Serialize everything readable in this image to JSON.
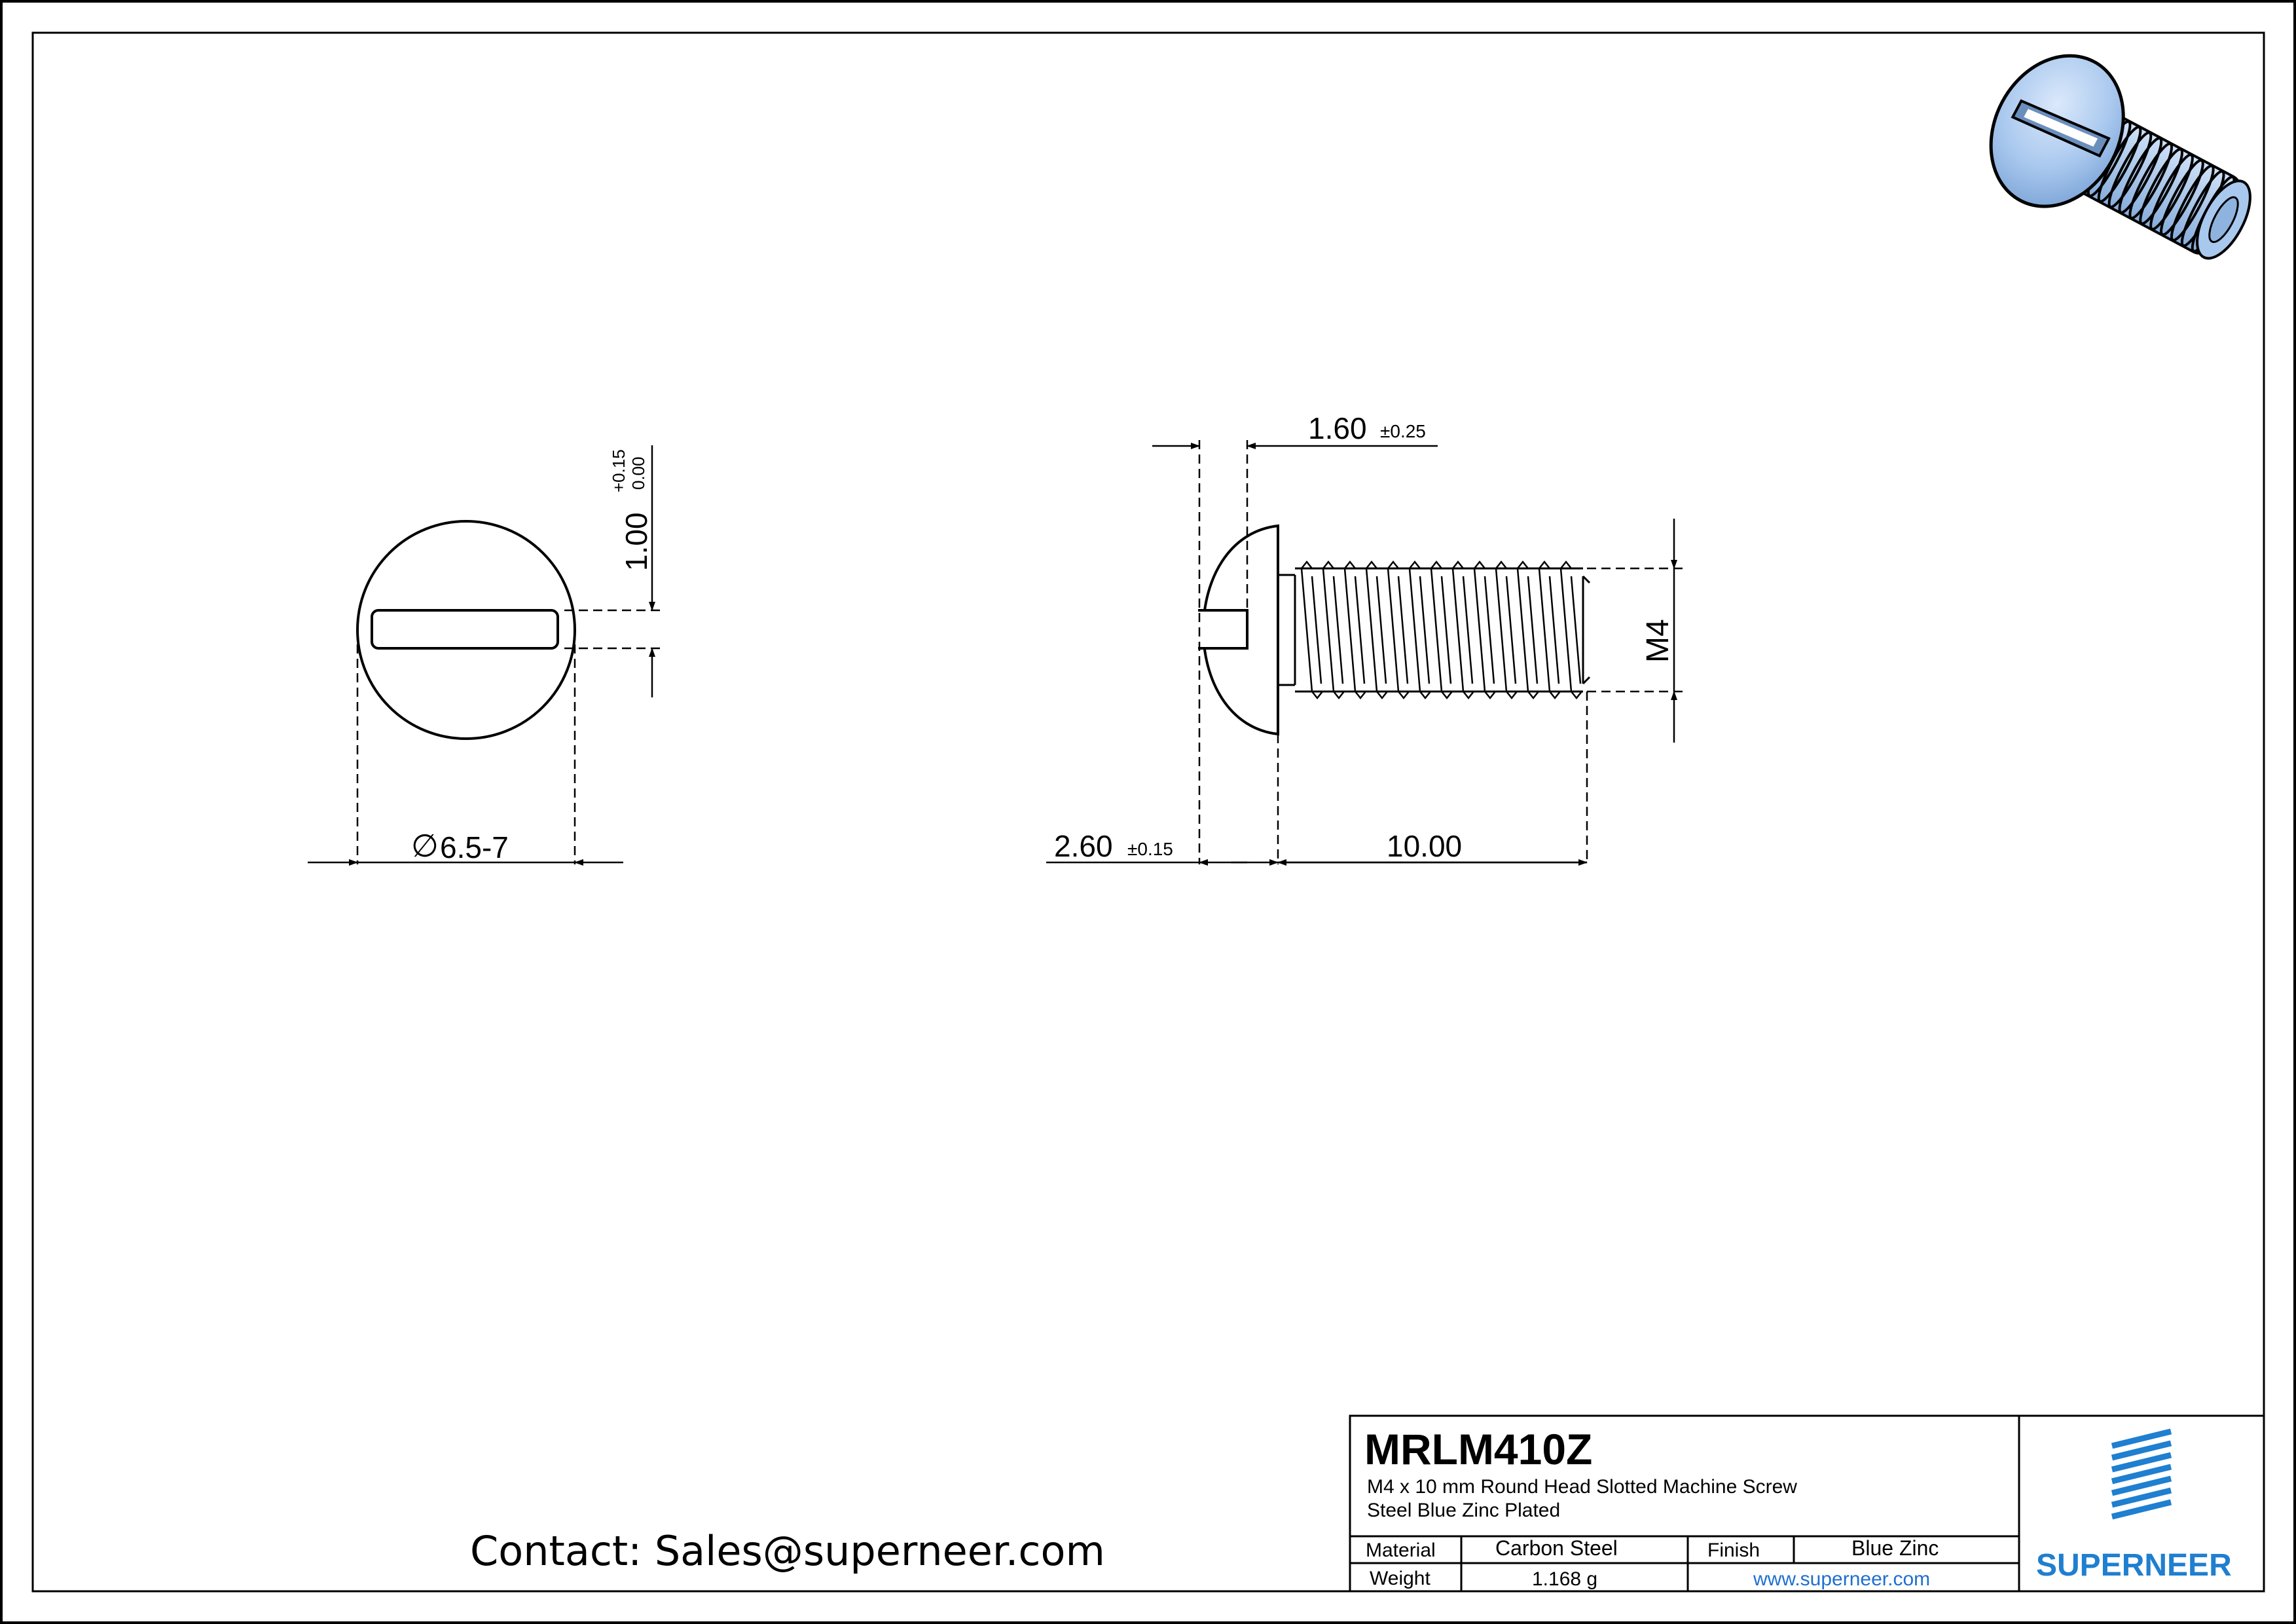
{
  "drawing": {
    "front_view": {
      "diameter_symbol": "∅",
      "diameter_value": "6.5-7",
      "slot_width_value": "1.00",
      "slot_tol_upper": "+0.15",
      "slot_tol_lower": "0.00"
    },
    "side_view": {
      "slot_depth_value": "1.60",
      "slot_depth_tol": "±0.25",
      "head_height_value": "2.60",
      "head_height_tol": "±0.15",
      "length_value": "10.00",
      "thread_label": "M4"
    }
  },
  "contact": "Contact: Sales@superneer.com",
  "title_block": {
    "part_number": "MRLM410Z",
    "description_line1": "M4  x 10 mm  Round Head Slotted  Machine Screw",
    "description_line2": "Steel Blue Zinc Plated",
    "material_label": "Material",
    "material_value": "Carbon Steel",
    "finish_label": "Finish",
    "finish_value": "Blue Zinc",
    "weight_label": "Weight",
    "weight_value": "1.168 g",
    "website": "www.superneer.com",
    "brand": "SUPERNEER"
  },
  "colors": {
    "brand_blue": "#1f7fd0",
    "part_render_blue": "#a9c8ee",
    "line": "#000000"
  }
}
